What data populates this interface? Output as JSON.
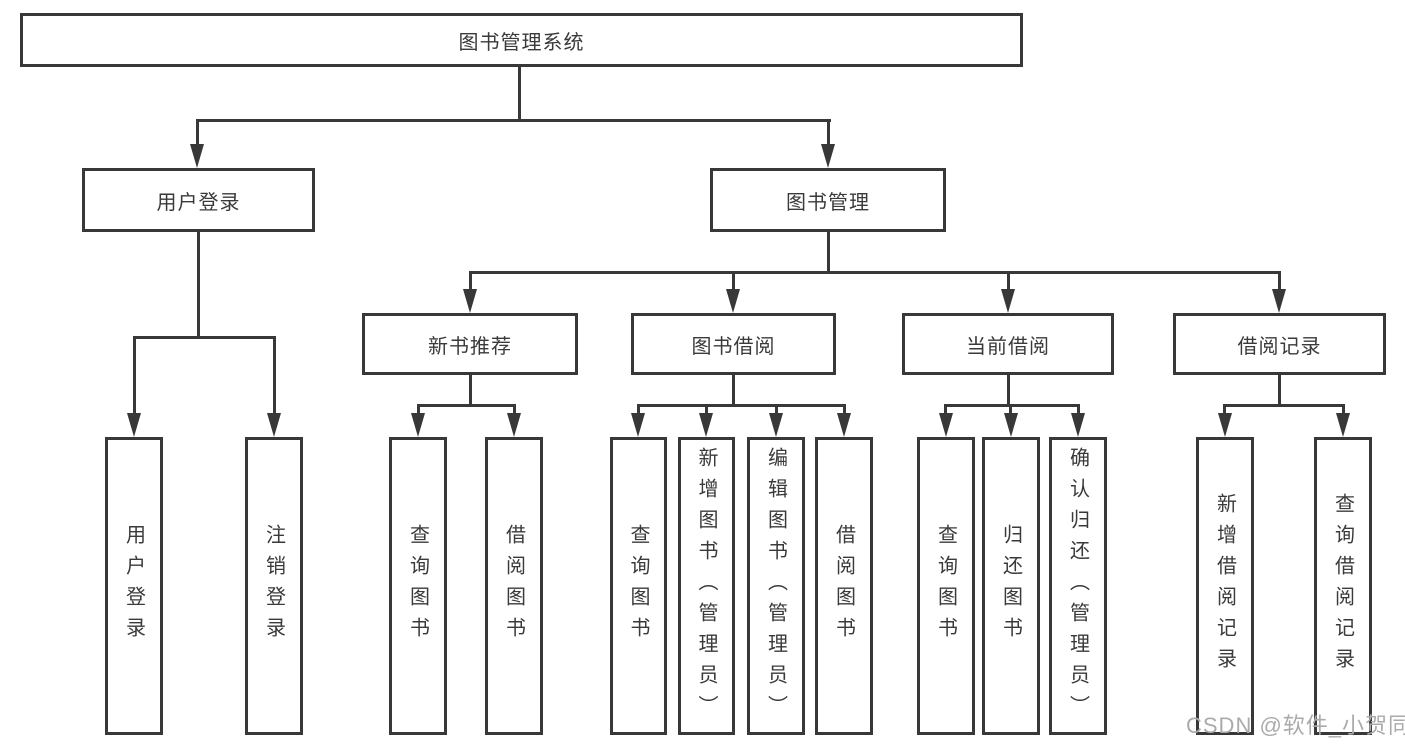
{
  "tree": {
    "label": "图书管理系统",
    "children": [
      {
        "label": "用户登录",
        "children": [
          {
            "label": "用户登录"
          },
          {
            "label": "注销登录"
          }
        ]
      },
      {
        "label": "图书管理",
        "children": [
          {
            "label": "新书推荐",
            "children": [
              {
                "label": "查询图书"
              },
              {
                "label": "借阅图书"
              }
            ]
          },
          {
            "label": "图书借阅",
            "children": [
              {
                "label": "查询图书"
              },
              {
                "label": "新增图书（管理员）"
              },
              {
                "label": "编辑图书（管理员）"
              },
              {
                "label": "借阅图书"
              }
            ]
          },
          {
            "label": "当前借阅",
            "children": [
              {
                "label": "查询图书"
              },
              {
                "label": "归还图书"
              },
              {
                "label": "确认归还（管理员）"
              }
            ]
          },
          {
            "label": "借阅记录",
            "children": [
              {
                "label": "新增借阅记录"
              },
              {
                "label": "查询借阅记录"
              }
            ]
          }
        ]
      }
    ]
  },
  "watermark": "CSDN @软件_小贺同学",
  "colors": {
    "line": "#383838",
    "text": "#3a3a3a",
    "watermark": "#ababab",
    "background": "#ffffff"
  }
}
